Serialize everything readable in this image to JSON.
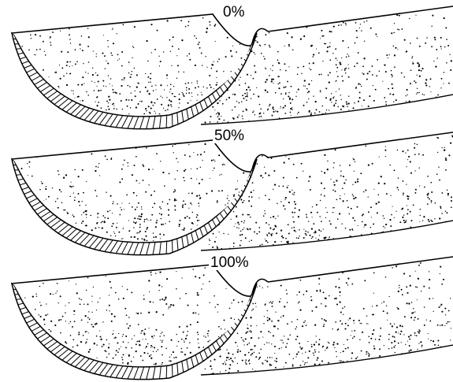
{
  "figure": {
    "panels": [
      {
        "label": "0%"
      },
      {
        "label": "50%"
      },
      {
        "label": "100%"
      }
    ]
  },
  "colors": {
    "ink": "#000000",
    "paper": "#ffffff"
  }
}
